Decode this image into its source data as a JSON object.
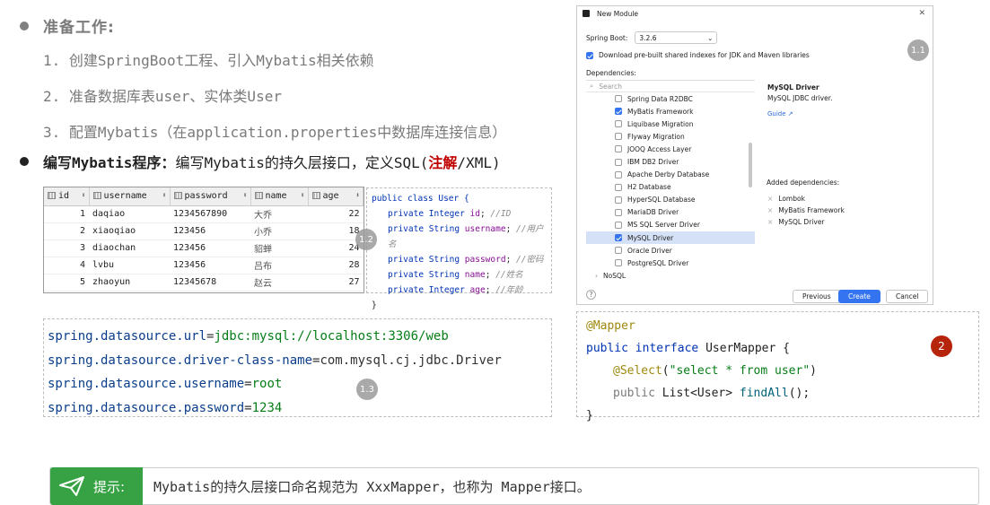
{
  "bullets": {
    "prep_title": "准备工作:",
    "steps": [
      "1. 创建SpringBoot工程、引入Mybatis相关依赖",
      "2. 准备数据库表user、实体类User",
      "3. 配置Mybatis（在application.properties中数据库连接信息）"
    ],
    "write_title": "编写Mybatis程序：",
    "write_text_before": "编写Mybatis的持久层接口，定义SQL(",
    "write_text_red": "注解",
    "write_text_after": "/XML)"
  },
  "db_table": {
    "columns": [
      "id",
      "username",
      "password",
      "name",
      "age"
    ],
    "rows": [
      [
        "1",
        "daqiao",
        "1234567890",
        "大乔",
        "22"
      ],
      [
        "2",
        "xiaoqiao",
        "123456",
        "小乔",
        "18"
      ],
      [
        "3",
        "diaochan",
        "123456",
        "貂蝉",
        "24"
      ],
      [
        "4",
        "lvbu",
        "123456",
        "吕布",
        "28"
      ],
      [
        "5",
        "zhaoyun",
        "12345678",
        "赵云",
        "27"
      ]
    ]
  },
  "user_class": {
    "header": "public class User {",
    "fields": [
      {
        "decl": "private Integer ",
        "name": "id",
        "comment": "//ID"
      },
      {
        "decl": "private String ",
        "name": "username",
        "comment": "//用户名"
      },
      {
        "decl": "private String ",
        "name": "password",
        "comment": "//密码"
      },
      {
        "decl": "private String ",
        "name": "name",
        "comment": "//姓名"
      },
      {
        "decl": "private Integer ",
        "name": "age",
        "comment": "//年龄"
      }
    ],
    "footer": "}"
  },
  "properties": [
    {
      "key": "spring.datasource.url",
      "value": "jdbc:mysql://localhost:3306/web"
    },
    {
      "key": "spring.datasource.driver-class-name",
      "value": "com.mysql.cj.jdbc.Driver"
    },
    {
      "key": "spring.datasource.username",
      "value": "root"
    },
    {
      "key": "spring.datasource.password",
      "value": "1234"
    }
  ],
  "dialog": {
    "title": "New Module",
    "close_icon": "✕",
    "spring_boot_label": "Spring Boot:",
    "spring_boot_value": "3.2.6",
    "download_label": "Download pre-built shared indexes for JDK and Maven libraries",
    "dependencies_label": "Dependencies:",
    "search_placeholder": "Search",
    "dependency_items": [
      {
        "label": "Spring Data R2DBC",
        "checked": false
      },
      {
        "label": "MyBatis Framework",
        "checked": true
      },
      {
        "label": "Liquibase Migration",
        "checked": false
      },
      {
        "label": "Flyway Migration",
        "checked": false
      },
      {
        "label": "JOOQ Access Layer",
        "checked": false
      },
      {
        "label": "IBM DB2 Driver",
        "checked": false
      },
      {
        "label": "Apache Derby Database",
        "checked": false
      },
      {
        "label": "H2 Database",
        "checked": false
      },
      {
        "label": "HyperSQL Database",
        "checked": false
      },
      {
        "label": "MariaDB Driver",
        "checked": false
      },
      {
        "label": "MS SQL Server Driver",
        "checked": false
      },
      {
        "label": "MySQL Driver",
        "checked": true
      },
      {
        "label": "Oracle Driver",
        "checked": false
      },
      {
        "label": "PostgreSQL Driver",
        "checked": false
      }
    ],
    "group_nosql": "NoSQL",
    "detail_title": "MySQL Driver",
    "detail_desc": "MySQL JDBC driver.",
    "detail_guide": "Guide ↗",
    "added_label": "Added dependencies:",
    "added_items": [
      "Lombok",
      "MyBatis Framework",
      "MySQL Driver"
    ],
    "help": "?",
    "previous": "Previous",
    "create": "Create",
    "cancel": "Cancel"
  },
  "mapper": {
    "annotation": "@Mapper",
    "decl_kw": "public interface ",
    "decl_name": "UserMapper {",
    "select_ann": "@Select",
    "select_open": "(",
    "select_sql": "\"select * from user\"",
    "select_close": ")",
    "method_kw": "public ",
    "method_type": "List<User> ",
    "method_name": "findAll",
    "method_end": "();",
    "close": "}"
  },
  "markers": {
    "m11": "1.1",
    "m12": "1.2",
    "m13": "1.3",
    "m2": "2"
  },
  "tip": {
    "label": "提示:",
    "text": "Mybatis的持久层接口命名规范为 XxxMapper，也称为 Mapper接口。"
  },
  "colors": {
    "tip_green": "#37a243",
    "accent_blue": "#3574f0",
    "marker_red": "#b7240c"
  }
}
